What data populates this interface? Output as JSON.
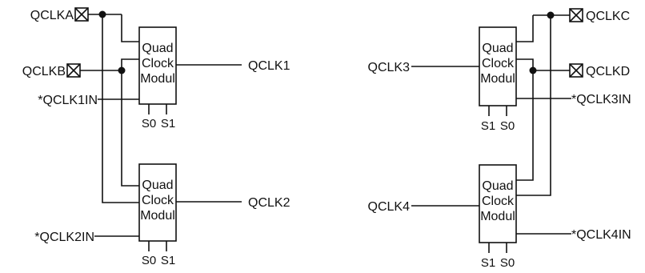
{
  "left": {
    "inputs": {
      "qclka": "QCLKA",
      "qclkb": "QCLKB",
      "in1": "*QCLK1IN",
      "in2": "*QCLK2IN"
    },
    "outputs": {
      "out1": "QCLK1",
      "out2": "QCLK2"
    },
    "modules": [
      {
        "lines": [
          "Quad",
          "Clock",
          "Modul"
        ],
        "pins": [
          "S0",
          "S1"
        ]
      },
      {
        "lines": [
          "Quad",
          "Clock",
          "Modul"
        ],
        "pins": [
          "S0",
          "S1"
        ]
      }
    ]
  },
  "right": {
    "inputs": {
      "qclkc": "QCLKC",
      "qclkd": "QCLKD",
      "in3": "*QCLK3IN",
      "in4": "*QCLK4IN"
    },
    "outputs": {
      "out3": "QCLK3",
      "out4": "QCLK4"
    },
    "modules": [
      {
        "lines": [
          "Quad",
          "Clock",
          "Modul"
        ],
        "pins": [
          "S1",
          "S0"
        ]
      },
      {
        "lines": [
          "Quad",
          "Clock",
          "Modul"
        ],
        "pins": [
          "S1",
          "S0"
        ]
      }
    ]
  }
}
